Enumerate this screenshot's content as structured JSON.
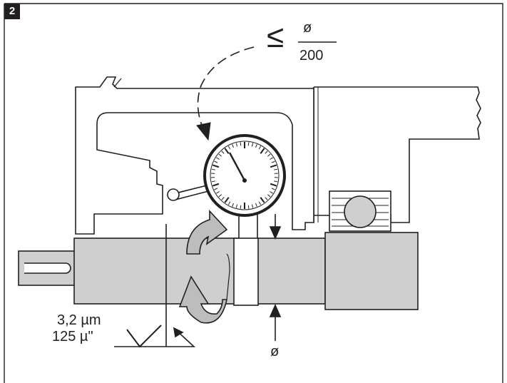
{
  "figure": {
    "badge": "2",
    "tolerance": {
      "symbol": "≤",
      "numerator": "ø",
      "denominator": "200"
    },
    "roughness": {
      "line1": "3,2 µm",
      "line2": "125 µ\""
    },
    "diameter_label": "ø"
  },
  "colors": {
    "ink": "#231f20",
    "part_fill": "#cfcfcf",
    "arrow_fill": "#bdbdbd",
    "background": "#ffffff"
  }
}
